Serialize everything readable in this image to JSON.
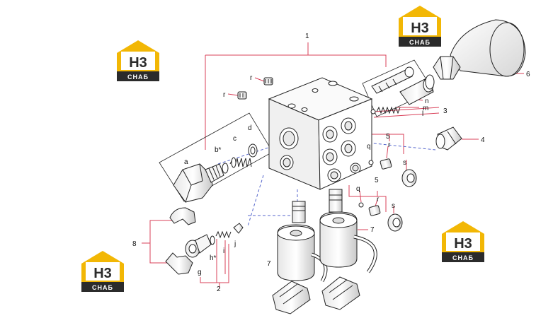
{
  "colors": {
    "leader": "#d9415a",
    "dash": "#5566cc",
    "logo_yellow": "#f2b705",
    "logo_dark": "#2b2b2b",
    "line": "#222222"
  },
  "logo": {
    "main": "H3",
    "sub": "СНАБ"
  },
  "labels": {
    "l1": "1",
    "l2": "2",
    "l3": "3",
    "l4": "4",
    "l5a": "5",
    "l5b": "5",
    "l6": "6",
    "l7a": "7",
    "l7b": "7",
    "l8": "8",
    "ra": "r",
    "rb": "r",
    "rc": "r",
    "rd": "r",
    "a": "a",
    "b": "b*",
    "c": "c",
    "d": "d",
    "g": "g",
    "h": "h*",
    "i": "i",
    "j": "j",
    "l": "l",
    "m": "m",
    "n": "n",
    "qa": "q",
    "qb": "q",
    "sa": "s",
    "sb": "s"
  }
}
